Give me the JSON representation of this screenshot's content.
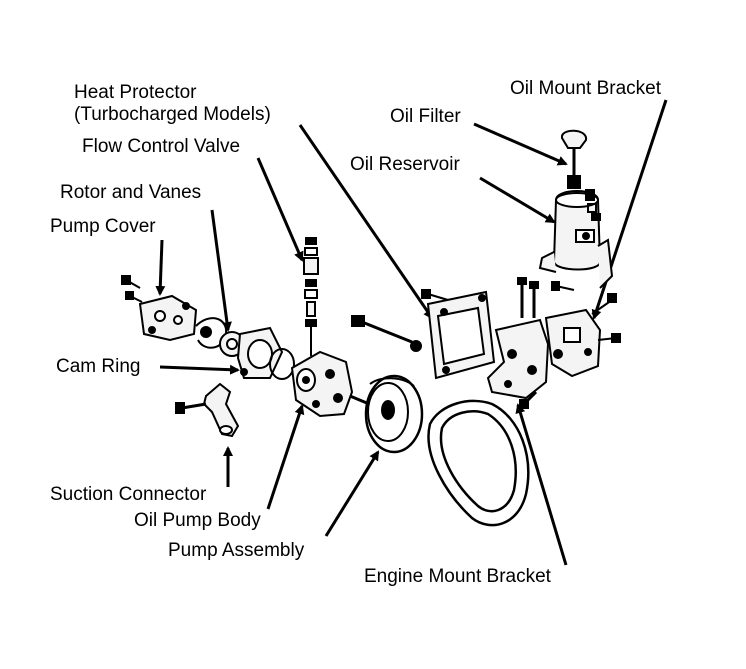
{
  "diagram": {
    "labels": {
      "heat_protector_line1": "Heat Protector",
      "heat_protector_line2": "(Turbocharged Models)",
      "flow_control_valve": "Flow Control Valve",
      "rotor_and_vanes": "Rotor and Vanes",
      "pump_cover": "Pump Cover",
      "cam_ring": "Cam Ring",
      "suction_connector": "Suction Connector",
      "oil_pump_body": "Oil Pump Body",
      "pump_assembly": "Pump Assembly",
      "engine_mount_bracket": "Engine Mount Bracket",
      "oil_mount_bracket": "Oil Mount Bracket",
      "oil_filter": "Oil Filter",
      "oil_reservoir": "Oil Reservoir"
    },
    "colors": {
      "ink": "#000000",
      "paper": "#ffffff",
      "part_fill": "#f4f4f4"
    }
  }
}
